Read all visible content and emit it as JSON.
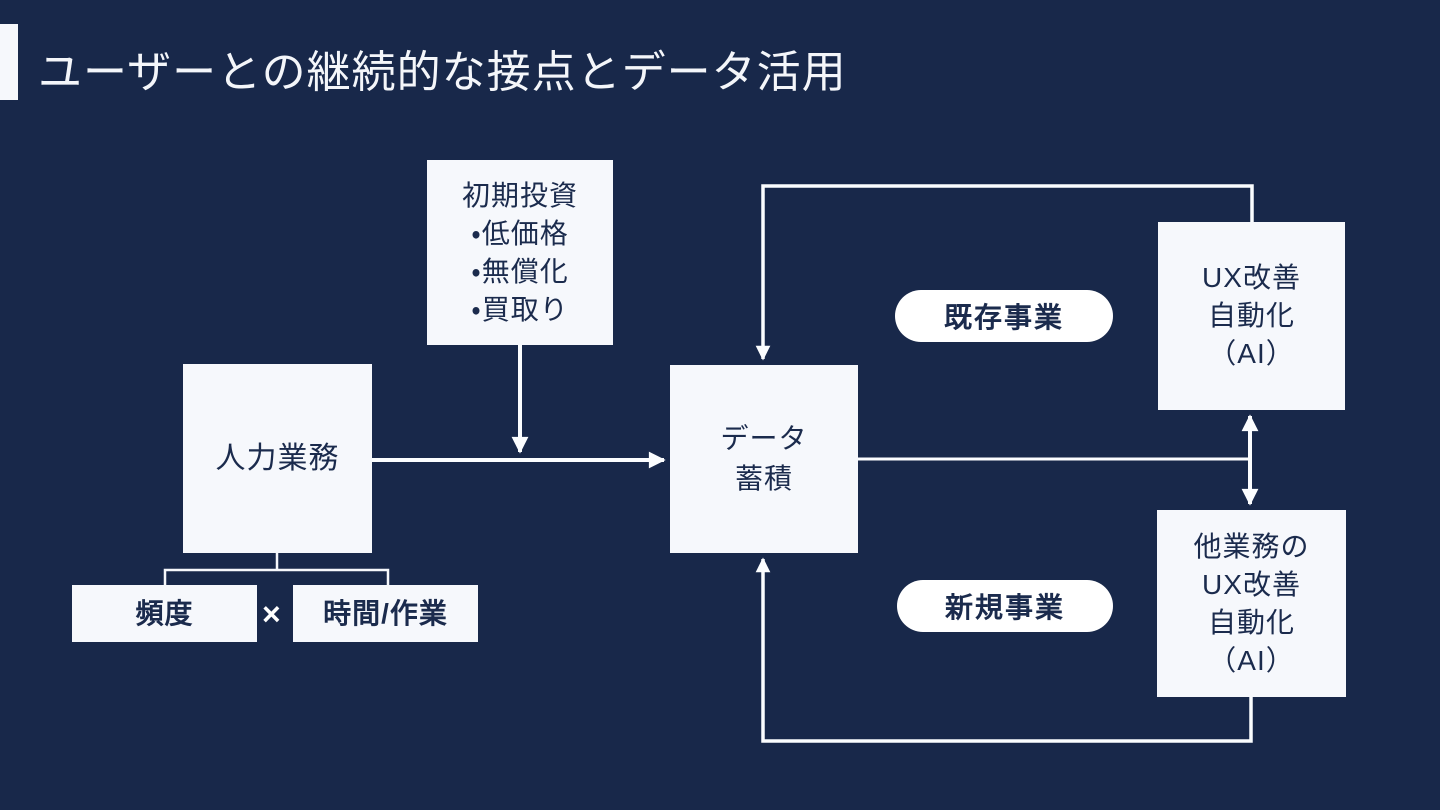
{
  "slide": {
    "title": "ユーザーとの継続的な接点とデータ活用",
    "colors": {
      "background": "#18284A",
      "box_fill": "#F6F8FC",
      "box_text": "#1B2B4D",
      "connector_line": "#FFFFFF",
      "accent_bar": "#F6F8FC",
      "title_text": "#F4F6FA"
    }
  },
  "nodes": {
    "initial_investment": {
      "lines": [
        "初期投資",
        "・低価格",
        "・無償化",
        "・買取り"
      ]
    },
    "manual_work": {
      "label": "人力業務"
    },
    "frequency": {
      "label": "頻度"
    },
    "multiply_sign": "×",
    "time_per_task": {
      "label": "時間/作業"
    },
    "data_accumulation": {
      "lines": [
        "データ",
        "蓄積"
      ]
    },
    "existing_business": {
      "label": "既存事業"
    },
    "new_business": {
      "label": "新規事業"
    },
    "ux_improvement": {
      "lines": [
        "UX改善",
        "自動化",
        "（AI）"
      ]
    },
    "other_business_ux": {
      "lines": [
        "他業務の",
        "UX改善",
        "自動化",
        "（AI）"
      ]
    }
  },
  "edges": [
    {
      "from": "manual_work",
      "to": "data_accumulation",
      "type": "arrow"
    },
    {
      "from": "initial_investment",
      "to": "manual_work→data_accumulation flow line",
      "type": "arrow"
    },
    {
      "from": "manual_work",
      "to": "frequency × time_per_task",
      "type": "bracket"
    },
    {
      "from": "ux_improvement",
      "to": "data_accumulation",
      "type": "arrow",
      "route": "top loop"
    },
    {
      "from": "data_accumulation",
      "to": "ux_improvement / other_business_ux junction",
      "type": "line"
    },
    {
      "from": "ux_improvement",
      "to": "other_business_ux",
      "type": "double_arrow"
    },
    {
      "from": "other_business_ux",
      "to": "data_accumulation",
      "type": "arrow",
      "route": "bottom loop"
    }
  ]
}
